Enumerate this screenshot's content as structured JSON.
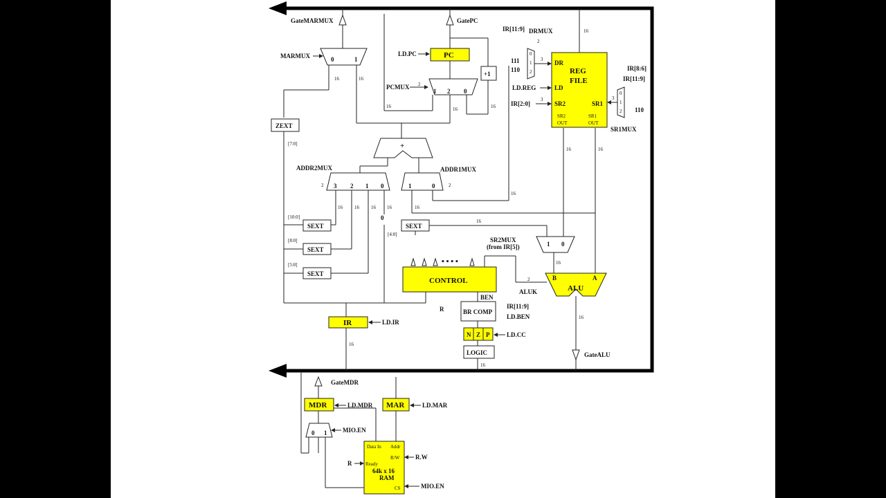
{
  "title": "",
  "blocks": {
    "pc": "PC",
    "inc": "+1",
    "reg_file_1": "REG",
    "reg_file_2": "FILE",
    "zext": "ZEXT",
    "sext_10": "SEXT",
    "sext_8": "SEXT",
    "sext_5": "SEXT",
    "sext_4": "SEXT",
    "control": "CONTROL",
    "ir": "IR",
    "br_comp": "BR COMP",
    "n": "N",
    "z": "Z",
    "p": "P",
    "logic": "LOGIC",
    "alu": "ALU",
    "mdr": "MDR",
    "mar": "MAR",
    "ram_1": "64k x 16",
    "ram_2": "RAM",
    "adder": "+"
  },
  "signals": {
    "gate_marmux": "GateMARMUX",
    "gate_pc": "GatePC",
    "gate_alu": "GateALU",
    "gate_mdr": "GateMDR",
    "marmux": "MARMUX",
    "pcmux": "PCMUX",
    "drmux": "DRMUX",
    "sr1mux": "SR1MUX",
    "sr2mux": "SR2MUX",
    "sr2mux_sub": "(from IR[5])",
    "addr2mux": "ADDR2MUX",
    "addr1mux": "ADDR1MUX",
    "ld_pc": "LD.PC",
    "ld_reg": "LD.REG",
    "ld_ir": "LD.IR",
    "ld_ben": "LD.BEN",
    "ld_cc": "LD.CC",
    "ld_mdr": "LD.MDR",
    "ld_mar": "LD.MAR",
    "mio_en": "MIO.EN",
    "mio_en2": "MIO.EN",
    "rw": "R.W",
    "r": "R",
    "r2": "R",
    "aluk": "ALUK",
    "ben": "BEN",
    "ir_11_9_dr": "IR[11:9]",
    "ir_11_9_sr1": "IR[11:9]",
    "ir_8_6": "IR[8:6]",
    "ir_2_0": "IR[2:0]",
    "ir_11_9_br": "IR[11:9]"
  },
  "ports": {
    "dr": "DR",
    "ld": "LD",
    "sr2": "SR2",
    "sr1": "SR1",
    "sr2_out": "SR2",
    "sr1_out": "SR1",
    "out1": "OUT",
    "out2": "OUT",
    "alu_a": "A",
    "alu_b": "B",
    "ram_datain": "Data In",
    "ram_addr": "Addr",
    "ram_rw": "R/W",
    "ram_ready": "Ready",
    "ram_cs": "CS"
  },
  "mux_inputs": {
    "marmux_0": "0",
    "marmux_1": "1",
    "pcmux_1": "1",
    "pcmux_2": "2",
    "pcmux_0": "0",
    "addr2_3": "3",
    "addr2_2": "2",
    "addr2_1": "1",
    "addr2_0": "0",
    "addr1_1": "1",
    "addr1_0": "0",
    "sr2_1": "1",
    "sr2_0": "0",
    "mdr_0": "0",
    "mdr_1": "1",
    "drmux_0": "0",
    "drmux_1": "1",
    "drmux_2": "2",
    "drmux_111": "111",
    "drmux_110": "110",
    "sr1_0": "0",
    "sr1_1": "1",
    "sr1_2": "2",
    "sr1_110": "110",
    "const_zero": "0"
  },
  "field_labels": {
    "f7_0": "[7:0]",
    "f10_0": "[10:0]",
    "f8_0": "[8:0]",
    "f5_0": "[5:0]",
    "f4_0": "[4:0]"
  },
  "widths": {
    "w16": "16",
    "w2": "2",
    "w3": "3",
    "dots": "▪ ▪ ▪ ▪"
  }
}
